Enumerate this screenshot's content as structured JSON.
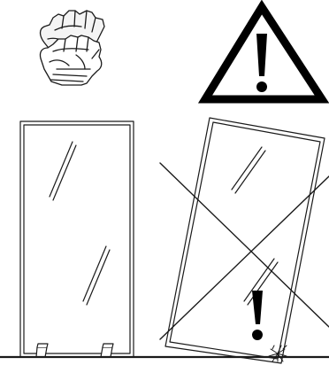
{
  "figure": {
    "kind": "glass-panel-handling-instruction",
    "icons": {
      "gloves": "work-gloves-icon",
      "warning": "warning-triangle-icon",
      "exclamation": "exclamation-mark-icon",
      "crack": "glass-crack-icon"
    },
    "colors": {
      "line": "#1a1a1a",
      "warning_fill": "#000000",
      "background": "#ffffff"
    },
    "panels": [
      {
        "state": "correct",
        "orientation": "upright",
        "supports": 2
      },
      {
        "state": "incorrect",
        "orientation": "tilted",
        "crossed_out": true
      }
    ]
  }
}
